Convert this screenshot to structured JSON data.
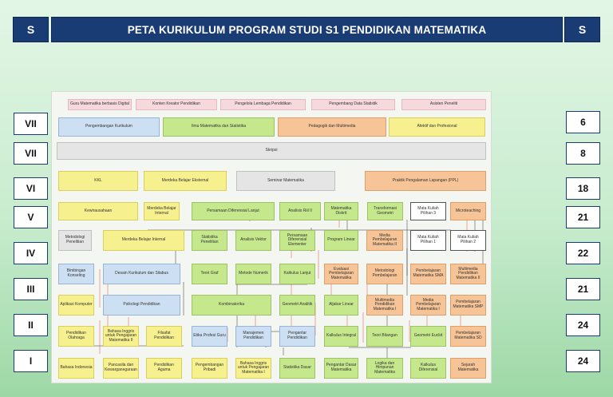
{
  "header": {
    "left": "S",
    "title": "PETA KURIKULUM PROGRAM STUDI S1 PENDIDIKAN MATEMATIKA",
    "right": "S"
  },
  "semesters": [
    "VII",
    "VII",
    "VI",
    "V",
    "IV",
    "III",
    "II",
    "I"
  ],
  "credits": [
    "6",
    "8",
    "18",
    "21",
    "22",
    "21",
    "24",
    "24"
  ],
  "profiles": [
    "Guru Matematika berbasis Digital",
    "Konten Kreator Pendidikan",
    "Pengelola Lembaga Pendidikan",
    "Pengembang Data Statistik",
    "Asisten Peneliti"
  ],
  "clusters": [
    "Pengembangan Kurikulum",
    "Ilmu Matematika dan Statistika",
    "Pedagogik dan Multimedia",
    "Afektif dan Profesional"
  ],
  "sem8": {
    "skripsi": "Skripsi"
  },
  "sem7": {
    "kkl": "KKL",
    "merdeka": "Merdeka Belajar Eksternal",
    "seminar": "Seminar Matematika",
    "ppl": "Praktik Pengalaman Lapangan (PPL)"
  },
  "sem6": {
    "kewirausahaan": "Kewirausahaan",
    "merdeka_internal": "Merdeka Belajar Internal",
    "pdl": "Persamaan Diferensial Lanjut",
    "analisis2": "Analisis Riil II",
    "diskrit": "Matematika Diskrit",
    "transformasi": "Transformasi Geometri",
    "pilihan3": "Mata Kuliah Pilihan 3",
    "microteaching": "Microteaching"
  },
  "sem5": {
    "metodologi": "Metodologi Penelitian",
    "merdeka_internal": "Merdeka Belajar Internal",
    "statistika": "Statistika Penelitian",
    "analisis_vektor": "Analisis Vektor",
    "pde": "Persamaan Diferensial Elementer",
    "program_linear": "Program Linear",
    "media2": "Media Pembelajaran Matematika II",
    "pilihan1": "Mata Kuliah Pilihan 1",
    "pilihan2": "Mata Kuliah Pilihan 2"
  },
  "sem4": {
    "bk": "Bimbingan Konseling",
    "desain": "Desain Kurikulum dan Silabus",
    "teori_graf": "Teori Graf",
    "metode_numerik": "Metode Numerik",
    "kalkulus_lanjut": "Kalkulus Lanjut",
    "evaluasi": "Evaluasi Pembelajaran Matematika",
    "metodologi_pemb": "Metodologi Pembelajaran",
    "pemb_sma": "Pembelajaran Matematika SMA",
    "multimedia2": "Multimedia Pendidikan Matematika II"
  },
  "sem3": {
    "aplikom": "Aplikasi Komputer",
    "psikologi": "Psikologi Pendidikan",
    "kombinatorika": "Kombinatorika",
    "geometri_analitik": "Geometri Analitik",
    "aljabar_linear": "Aljabar Linear",
    "multimedia1": "Multimedia Pendidikan Matematika I",
    "media1": "Media Pembelajaran Matematika I",
    "pemb_smp": "Pembelajaran Matematika SMP"
  },
  "sem2": {
    "olahraga": "Pendidikan Olahraga",
    "inggris2": "Bahasa Inggris untuk Pengajaran Matematika II",
    "filsafat": "Filsafat Pendidikan",
    "etika": "Etika Profesi Guru",
    "manajemen": "Manajemen Pendidikan",
    "pengantar": "Pengantar Pendidikan",
    "kalkulus_integral": "Kalkulus Integral",
    "teori_bilangan": "Teori Bilangan",
    "geometri_euclid": "Geometri Euclid",
    "pemb_sd": "Pembelajaran Matematika SD"
  },
  "sem1": {
    "indonesia": "Bahasa Indonesia",
    "pancasila": "Pancasila dan Kewarganegaraan",
    "agama": "Pendidikan Agama",
    "pribadi": "Pengembangan Pribadi",
    "inggris1": "Bahasa Inggris untuk Pengajaran Matematika I",
    "statistika_dasar": "Statistika Dasar",
    "pmd": "Pengantar Dasar Matematika",
    "logika": "Logika dan Himpunan Matematika",
    "kalkulus_diferensial": "Kalkulus Diferensial",
    "sejarah": "Sejarah Matematika"
  }
}
